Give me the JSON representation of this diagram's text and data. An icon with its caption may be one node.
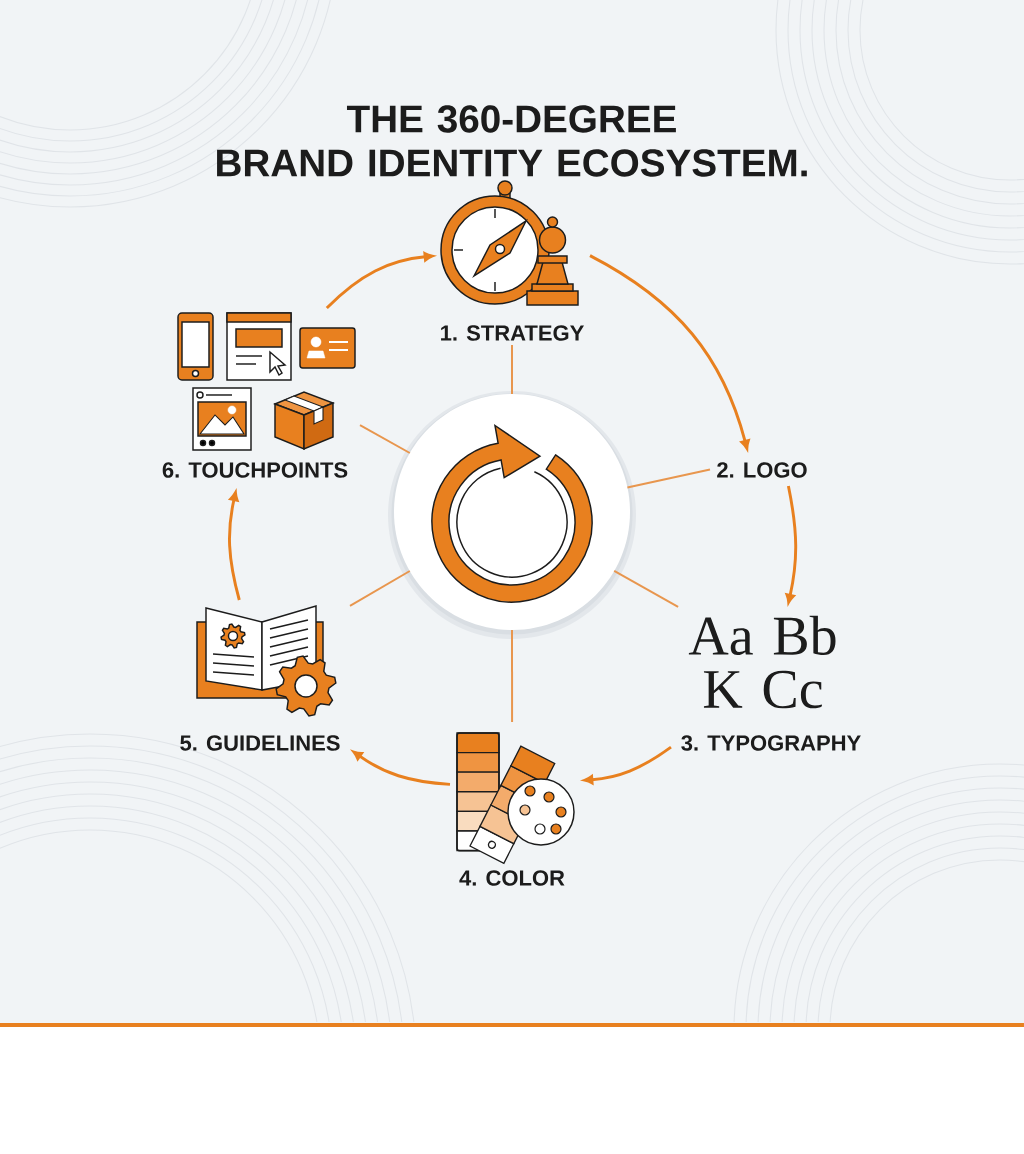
{
  "diagram": {
    "title": "THE 360-DEGREE BRAND IDENTITY ECOSYSTEM.",
    "nodes": [
      {
        "text": [
          "1. STRATEGY"
        ]
      },
      {
        "text": [
          "2. LOGO"
        ]
      },
      {
        "text": [
          "Aa Bb K Cc",
          "3. TYPOGRAPHY"
        ]
      },
      {
        "text": [
          "4. COLOR"
        ]
      },
      {
        "text": [
          "5. GUIDELINES"
        ]
      },
      {
        "text": [
          "6. TOUCHPOINTS"
        ]
      },
      {
        "text": [],
        "shape": "circle"
      }
    ],
    "edges": [
      {
        "from": 0,
        "to": 1,
        "arrow": "to"
      },
      {
        "from": 1,
        "to": 2,
        "arrow": "to"
      },
      {
        "from": 2,
        "to": 3,
        "arrow": "to"
      },
      {
        "from": 3,
        "to": 4,
        "arrow": "to"
      },
      {
        "from": 4,
        "to": 5,
        "arrow": "to"
      },
      {
        "from": 5,
        "to": 0,
        "arrow": "to"
      },
      {
        "from": 6,
        "to": 0,
        "arrow": "none"
      },
      {
        "from": 6,
        "to": 1,
        "arrow": "none"
      },
      {
        "from": 6,
        "to": 2,
        "arrow": "none"
      },
      {
        "from": 6,
        "to": 3,
        "arrow": "none"
      },
      {
        "from": 6,
        "to": 4,
        "arrow": "none"
      },
      {
        "from": 6,
        "to": 5,
        "arrow": "none"
      }
    ]
  }
}
